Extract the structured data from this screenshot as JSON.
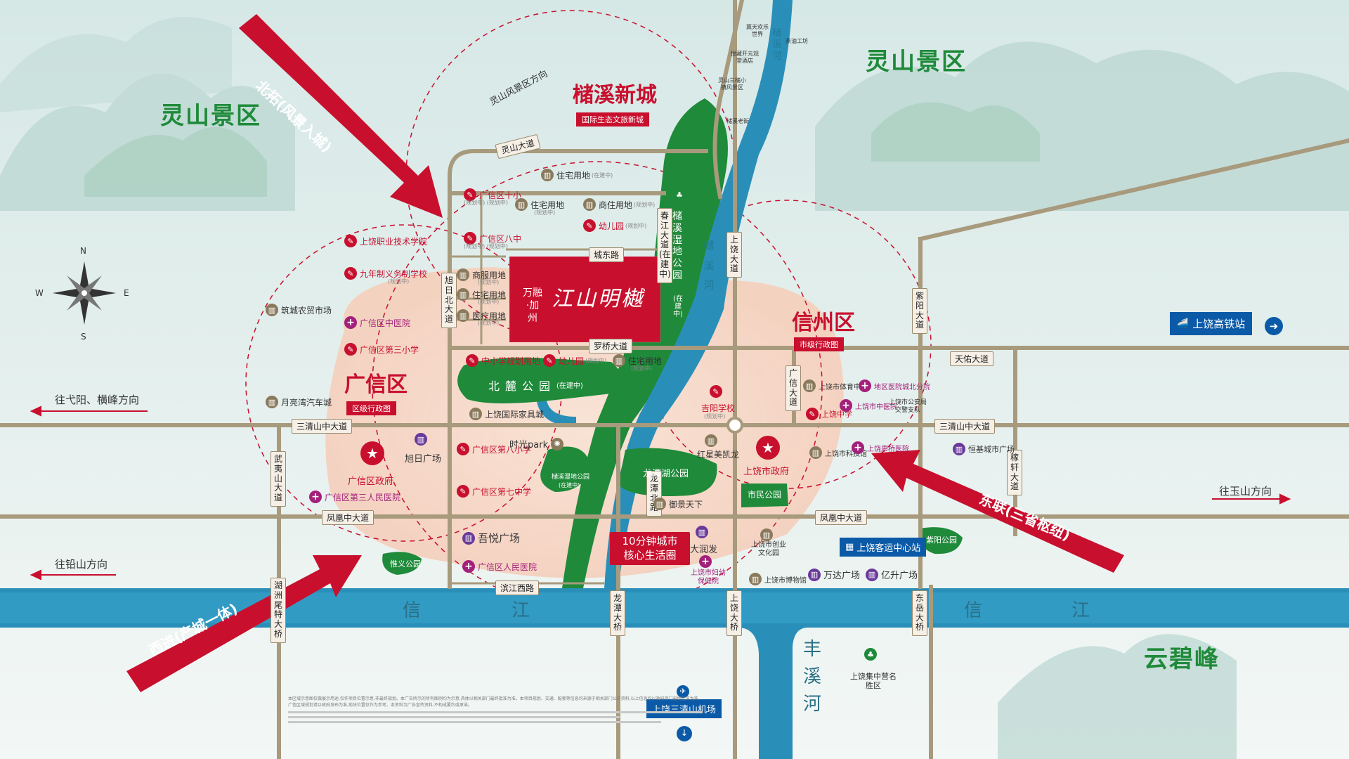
{
  "colors": {
    "brand_red": "#c8102e",
    "park_green": "#1f8a3a",
    "river": "#2a8fb8",
    "road": "#a89a7c",
    "halo": "#f8d8c8",
    "bus": "#0a5aa8"
  },
  "scenic": {
    "lingshan_left": "灵山景区",
    "lingshan_right": "灵山景区",
    "yunbifeng": "云碧峰"
  },
  "chuxi": {
    "title": "槠溪新城",
    "subtitle": "国际生态文旅新城",
    "direction": "灵山风景区方向"
  },
  "districts": {
    "guangxin": {
      "name": "广信区",
      "badge": "区级行政图"
    },
    "xinzhou": {
      "name": "信州区",
      "badge": "市级行政图"
    }
  },
  "project": {
    "brand": "万融·加州",
    "name": "江山明樾"
  },
  "rivers": {
    "xinjiang_1": "信",
    "xinjiang_2": "江",
    "xinjiang_3": "信",
    "xinjiang_4": "江",
    "fengxi": "丰溪河",
    "chuxi_river": "槠溪河",
    "chuxi_river_top": "槠溪河"
  },
  "roads": {
    "lingshan": "灵山大道",
    "chengdong": "城东路",
    "luoqiao": "罗桥大道",
    "xuri_bei": "旭日北大道",
    "chunjiang": "春江大道(在建中)",
    "shangrao": "上饶大道",
    "sanqingshan_l": "三清山中大道",
    "sanqingshan_r": "三清山中大道",
    "tianyou": "天佑大道",
    "ziyang": "紫阳大道",
    "guangxin_rd": "广信大道",
    "wuyishan": "武夷山大道",
    "fenghuang_l": "凤凰中大道",
    "fenghuang_r": "凤凰中大道",
    "binjiang": "滨江西路",
    "longtan_bei": "龙潭北路",
    "longtan_bridge": "龙潭大桥",
    "shangrao_bridge": "上饶大桥",
    "hubin": "湖洲尾特大桥",
    "dongyue": "东岳大桥",
    "jixuan": "稼轩大道"
  },
  "arrows": {
    "north": "北拓(风景入城)",
    "west": "西进(产城一体)",
    "east": "东联(三省枢纽)"
  },
  "directions": {
    "yiyang": "往弋阳、横峰方向",
    "yanshan": "往铅山方向",
    "yushan": "往玉山方向"
  },
  "stations": {
    "hsr": "上饶高铁站",
    "bus": "上饶客运中心站",
    "airport": "上饶三清山机场"
  },
  "circle": {
    "line1": "10分钟城市",
    "line2": "核心生活圈"
  },
  "compass": {
    "n": "N",
    "s": "S",
    "w": "W",
    "e": "E"
  },
  "parks": {
    "chuxi_wetland": "槠溪湿地公园",
    "chuxi_wetland_note": "(在建中)",
    "beilu": "北麓公园",
    "beilu_note": "(在建中)",
    "chuxi_wetland_small": "槠溪湿地公园",
    "chuxi_wetland_small_note": "(在建中)",
    "longtan": "龙潭湖公园",
    "shimin": "市民公园",
    "ziyang": "紫阳公园",
    "huiyi": "惟义公园"
  },
  "pois": {
    "zhuzhai1": "住宅用地",
    "zhuzhai1_note": "(在建中)",
    "gx10": "广信区十小",
    "gx10_note": "(规划中)",
    "gx10_note2": "(规划中)",
    "zhuzhai2": "住宅用地",
    "zhuzhai2_note": "(规划中)",
    "shangzhu": "商住用地",
    "shangzhu_note": "(规划中)",
    "gx8": "广信区八中",
    "gx8_note": "(规划中)",
    "gx8_note2": "(规划中)",
    "kinder1": "幼儿园",
    "kinder1_note": "(规划中)",
    "vocational": "上饶职业技术学院",
    "nineyear": "九年制义务制学校",
    "nineyear_note": "(规划中)",
    "zhucheng": "筑城农贸市场",
    "gxhospital": "广信区中医院",
    "gx3": "广信区第三小学",
    "shangfu": "商服用地",
    "shangfu_note": "(规划中)",
    "zhuzhai3": "住宅用地",
    "zhuzhai3_note": "(规划中)",
    "yiliao": "医疗用地",
    "yiliao_note": "(规划中)",
    "middle_school": "中小学规划用地",
    "kinder2": "幼儿园",
    "kinder2_note": "(规划中)",
    "zhuzhai4": "住宅用地",
    "zhuzhai4_note": "(规划中)",
    "yueliangwan": "月亮湾汽车城",
    "furniture": "上饶国际家具城",
    "jiyang": "吉阳学校",
    "jiyang_note": "(规划中)",
    "gxgov": "广信区政府",
    "xuri": "旭日广场",
    "gx8p": "广信区第八小学",
    "gx7": "广信区第七中学",
    "gx3hosp": "广信区第三人民医院",
    "shiguang": "时光park",
    "hongxing": "红星美凯龙",
    "yuyu": "御景天下",
    "wuyue": "吾悦广场",
    "gxpeople": "广信区人民医院",
    "darunfa": "大润发",
    "mch": "上饶市妇幼保健院",
    "culture": "上饶市创业文化园",
    "museum": "上饶市博物馆",
    "wanda": "万达广场",
    "yisheng": "亿升广场",
    "srgov": "上饶市政府",
    "sports": "上饶市体育中心",
    "north_hosp": "地区医院城北分院",
    "sr_middle": "上饶中学",
    "tcm": "上饶市中医院",
    "police": "上饶市公安局交警支队",
    "tech_museum": "上饶市科技馆",
    "kangqiao": "上饶康桥医院",
    "hengji": "恒基城市广场",
    "jizhong": "上饶集中营名胜区",
    "jitian": "冀天欢乐世界",
    "chadu": "茶油工坊",
    "yuanyi": "悦藏开元观堂酒店",
    "chuxilao": "槠溪老街",
    "ldshan": "灵山三槠小镇风景区"
  },
  "fineprint": "本区域示意图仅做展示用途,仅作项目位置示意,非最终规划。本广告所示的所有图例均为示意,具体以相关部门最终批准为准。本项目规划、交通、配套等信息均来源于相关部门公开资料,以上信息均以政府部门最终批准为准。广信区域规划请以政府发布为准,地块位置仅作为参考。本资料为广告宣传资料,不构成要约或承诺。"
}
